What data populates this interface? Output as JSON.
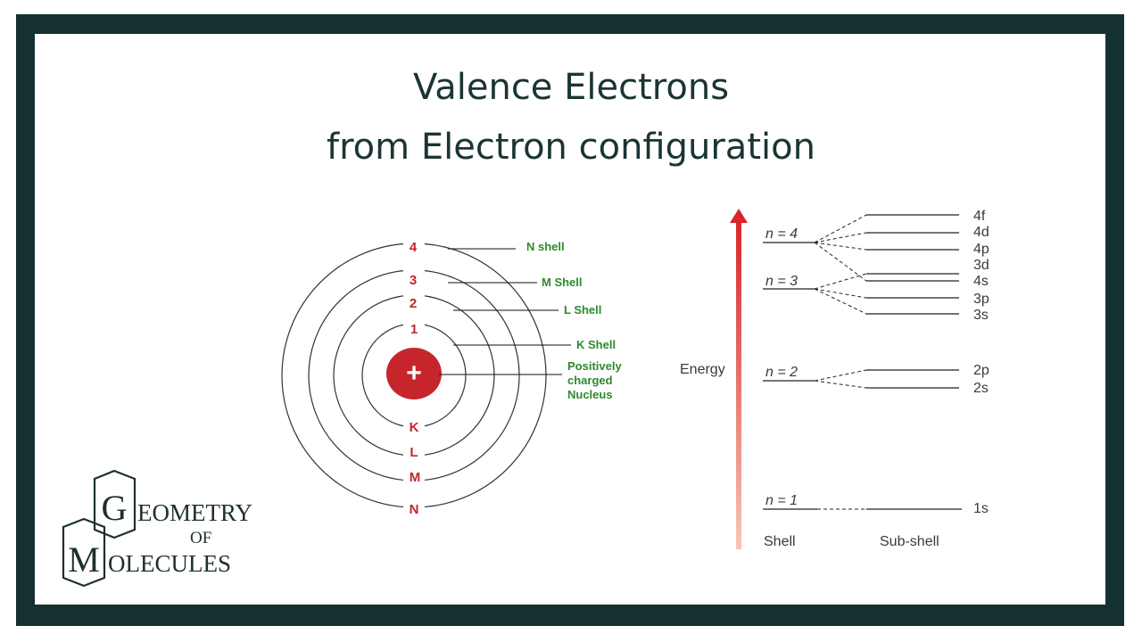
{
  "title": {
    "line1": "Valence Electrons",
    "line2": "from Electron configuration"
  },
  "atom": {
    "nucleus_symbol": "+",
    "shell_numbers": [
      "1",
      "2",
      "3",
      "4"
    ],
    "shell_letters": [
      "K",
      "L",
      "M",
      "N"
    ],
    "labels": {
      "n_shell": "N shell",
      "m_shell": "M Shell",
      "l_shell": "L Shell",
      "k_shell": "K Shell",
      "nucleus_line1": "Positively",
      "nucleus_line2": "charged",
      "nucleus_line3": "Nucleus"
    },
    "colors": {
      "nucleus": "#c6262b",
      "number": "#c0282d",
      "label": "#2d8a2d"
    }
  },
  "energy": {
    "axis_label": "Energy",
    "shell_caption": "Shell",
    "subshell_caption": "Sub-shell",
    "shells": [
      "n = 4",
      "n = 3",
      "n = 2",
      "n = 1"
    ],
    "subshells": [
      "4f",
      "4d",
      "4p",
      "3d",
      "4s",
      "3p",
      "3s",
      "2p",
      "2s",
      "1s"
    ],
    "arrow_color": "#d8262b"
  },
  "logo": {
    "letter_g": "G",
    "letter_m": "M",
    "word1": "EOMETRY",
    "word2": "OF",
    "word3": "OLECULES"
  }
}
